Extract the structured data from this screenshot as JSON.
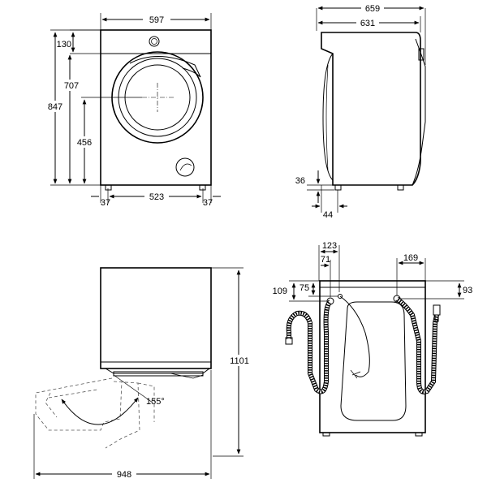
{
  "diagram": {
    "front_view": {
      "width": "597",
      "top_height": "130",
      "door_center_height": "707",
      "total_height": "847",
      "drum_center_height": "456",
      "foot_left": "37",
      "feet_span": "523",
      "foot_right": "37"
    },
    "side_view": {
      "depth_total": "659",
      "depth_body": "631",
      "foot_height": "36",
      "foot_offset": "44"
    },
    "door_view": {
      "height": "1101",
      "open_depth": "948",
      "door_angle": "155°"
    },
    "rear_view": {
      "inlet_offset": "123",
      "inlet_offset_small": "71",
      "outlet_offset": "169",
      "inlet_height_a": "109",
      "inlet_height_b": "75",
      "outlet_height": "93"
    }
  }
}
